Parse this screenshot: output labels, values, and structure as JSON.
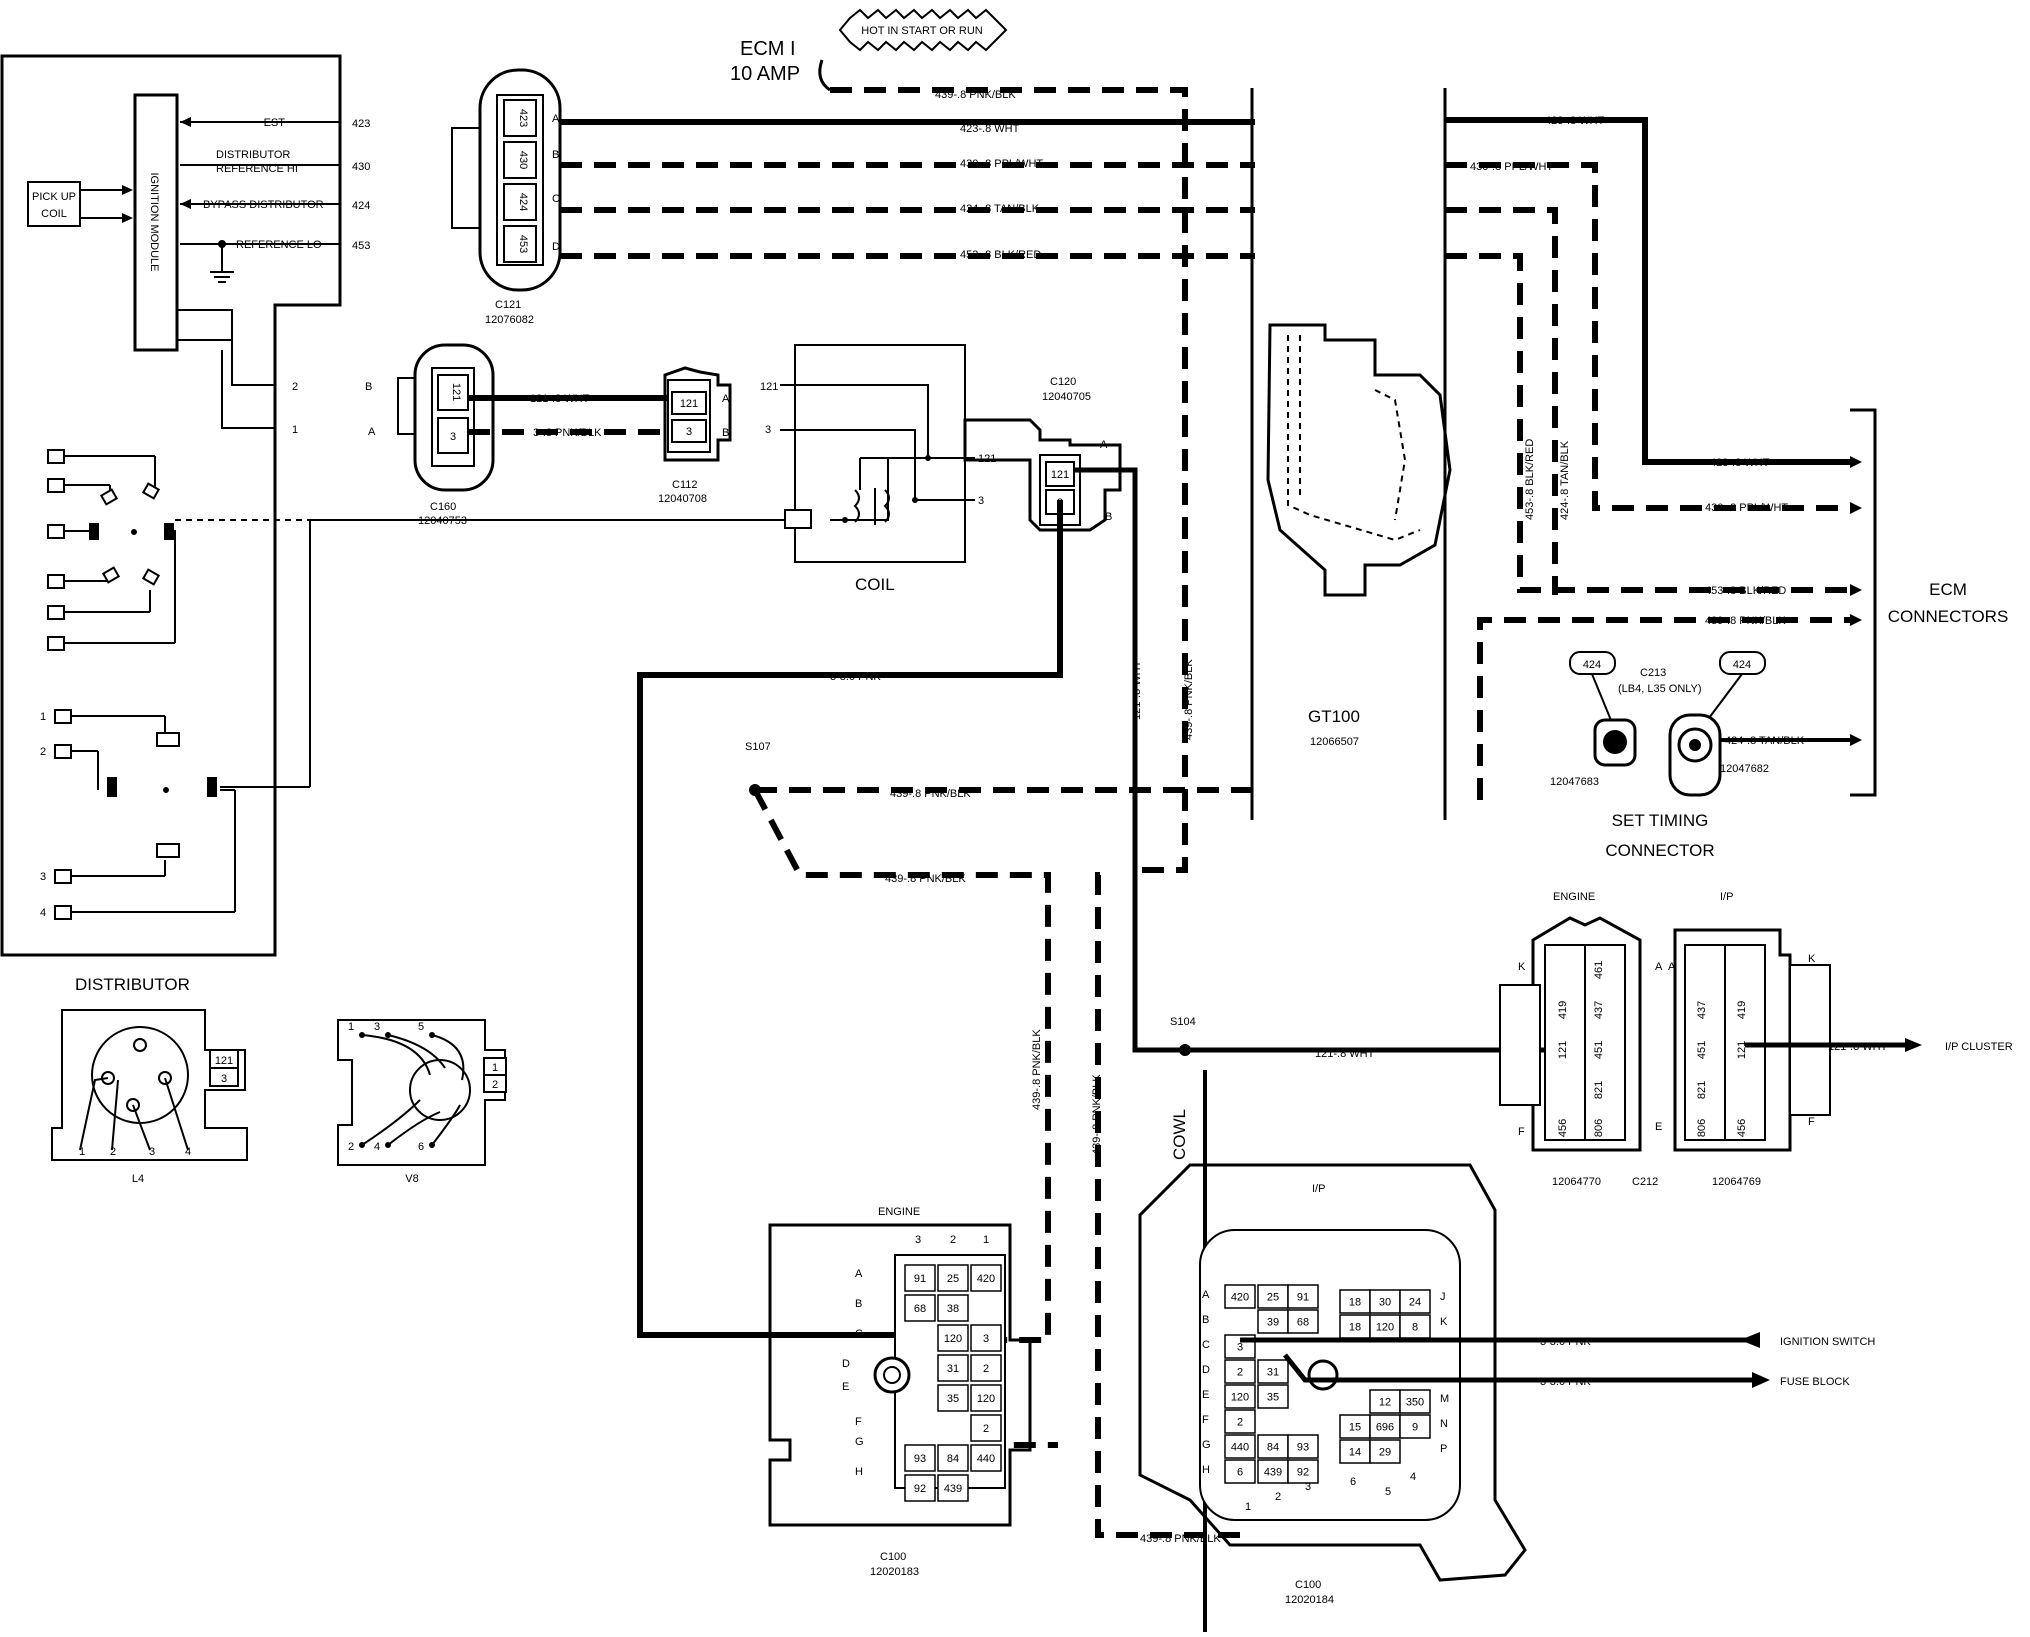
{
  "fuse": {
    "line1": "ECM I",
    "line2": "10 AMP",
    "hot_label": "HOT IN START OR RUN"
  },
  "ignition_module": {
    "title": "IGNITION MODULE",
    "pickup_coil": "PICK UP COIL",
    "signals": [
      {
        "name": "EST",
        "circuit": "423"
      },
      {
        "name": "DISTRIBUTOR REFERENCE HI",
        "circuit": "430"
      },
      {
        "name": "BYPASS DISTRIBUTOR",
        "circuit": "424"
      },
      {
        "name": "REFERENCE LO",
        "circuit": "453"
      }
    ],
    "terminals": [
      "2",
      "1"
    ]
  },
  "connectors": {
    "c121": {
      "name": "C121",
      "part": "12076082",
      "pins": [
        "423",
        "430",
        "424",
        "453"
      ],
      "letters": [
        "A",
        "B",
        "C",
        "D"
      ]
    },
    "c160": {
      "name": "C160",
      "part": "12040753",
      "pins": [
        "121",
        "3"
      ],
      "letters": [
        "B",
        "A"
      ]
    },
    "c112": {
      "name": "C112",
      "part": "12040708",
      "pins": [
        "121",
        "3"
      ],
      "letters": [
        "A",
        "B"
      ]
    },
    "c120": {
      "name": "C120",
      "part": "12040705",
      "pins": [
        "121",
        "3"
      ],
      "letters": [
        "A",
        "B"
      ]
    },
    "gt100": {
      "name": "GT100",
      "part": "12066507"
    },
    "c213": {
      "name": "C213",
      "note": "(LB4, L35 ONLY)",
      "part_left": "12047683",
      "part_right": "12047682",
      "tag": "424"
    },
    "c212": {
      "name": "C212",
      "engine_label": "ENGINE",
      "ip_label": "I/P",
      "engine_part": "12064770",
      "ip_part": "12064769",
      "pins_engine": [
        "461",
        "437",
        "451",
        "821",
        "806"
      ],
      "pins_engine_inner": [
        "419",
        "121",
        "456"
      ],
      "pins_ip": [
        "437",
        "451",
        "821",
        "806"
      ],
      "pins_ip_inner": [
        "419",
        "121",
        "456"
      ],
      "letters": [
        "K",
        "A",
        "E",
        "F"
      ]
    },
    "c100_engine": {
      "name": "C100",
      "part": "12020183",
      "label": "ENGINE",
      "col_numbers": [
        "3",
        "2",
        "1"
      ],
      "row_letters": [
        "A",
        "B",
        "C",
        "D",
        "E",
        "F",
        "G",
        "H"
      ],
      "cells": [
        "91",
        "25",
        "420",
        "68",
        "38",
        "120",
        "3",
        "31",
        "2",
        "35",
        "120",
        "2",
        "93",
        "84",
        "440",
        "92",
        "439"
      ]
    },
    "c100_ip": {
      "name": "C100",
      "part": "12020184",
      "label": "I/P",
      "row_letters": [
        "A",
        "B",
        "C",
        "D",
        "E",
        "F",
        "G",
        "H"
      ],
      "right_letters": [
        "J",
        "K",
        "M",
        "N",
        "P"
      ],
      "cells_left": [
        "420",
        "25",
        "91",
        "39",
        "68",
        "3",
        "2",
        "31",
        "120",
        "35",
        "2",
        "440",
        "84",
        "93",
        "6",
        "439",
        "92"
      ],
      "cells_right": [
        "18",
        "30",
        "24",
        "18",
        "120",
        "8",
        "12",
        "350",
        "15",
        "696",
        "9",
        "14",
        "29"
      ],
      "bottom_numbers": [
        "1",
        "2",
        "3",
        "6",
        "5",
        "4"
      ]
    }
  },
  "wires": {
    "w439_top": "439-.8 PNK/BLK",
    "w423": "423-.8 WHT",
    "w430": "430-.8 PPL/WHT",
    "w424": "424-.8 TAN/BLK",
    "w453": "453-.8 BLK/RED",
    "w121": "121-.8 WHT",
    "w3": "3-.8 PNK/BLK",
    "w3_pnk": "3-3.0 PNK",
    "w121_vert": "121-.8 WHT",
    "w439_vert": "439-.8 PNK/BLK",
    "w439_s107a": "439-.8 PNK/BLK",
    "w439_s107b": "439-.8 PNK/BLK",
    "w439_vert2": "439-.8 PNK/BLK",
    "w439_vert3": "439-.8 PNK/BLK",
    "w439_bottom": "439-.8 PNK/BLK",
    "w121_s104": "121-.8 WHT",
    "w121_ip": "121-.8 WHT",
    "w453_vert": "453-.8 BLK/RED",
    "w424_vert": "424-.8 TAN/BLK",
    "w423_ecm": "423-.8 WHT",
    "w430_ecm": "430-.8 PPL/WHT",
    "w453_ecm": "453-.8 BLK/RED",
    "w439_ecm": "439-.8 PNK/BLK",
    "w424_ecm": "424-.8 TAN/BLK",
    "w3_ign": "3-3.0 PNK",
    "w3_fuse": "3-3.0 PNK"
  },
  "coil": {
    "label": "COIL",
    "pin_121": "121",
    "pin_3": "3",
    "pin_121b": "121",
    "pin_3b": "3"
  },
  "splices": {
    "s107": "S107",
    "s104": "S104"
  },
  "labels": {
    "distributor": "DISTRIBUTOR",
    "l4": "L4",
    "v8": "V8",
    "ecm_connectors": "ECM CONNECTORS",
    "set_timing": "SET TIMING CONNECTOR",
    "cowl": "COWL",
    "ignition_switch": "IGNITION SWITCH",
    "fuse_block": "FUSE BLOCK",
    "ip_cluster": "I/P CLUSTER"
  },
  "distributor_pins": {
    "l4": [
      "1",
      "2",
      "3",
      "4"
    ],
    "v8_top": [
      "1",
      "3",
      "5"
    ],
    "v8_bottom": [
      "2",
      "4",
      "6"
    ],
    "plug": [
      "121",
      "3"
    ]
  },
  "distributor_switch_numbers": [
    "1",
    "2",
    "3",
    "4"
  ]
}
